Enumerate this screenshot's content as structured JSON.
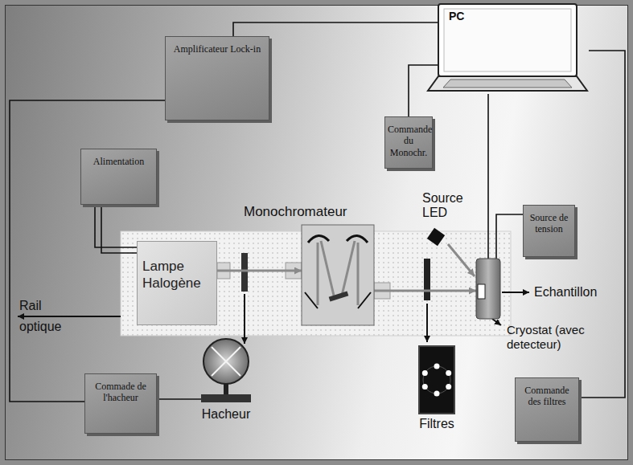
{
  "diagram": {
    "nodes": [
      {
        "text": [
          "PC"
        ]
      },
      {
        "text": [
          "Amplificateur Lock-in"
        ]
      },
      {
        "text": [
          "Commande du Monochr."
        ]
      },
      {
        "text": [
          "Alimentation"
        ]
      },
      {
        "text": [
          "Monochromateur"
        ]
      },
      {
        "text": [
          "Source LED"
        ]
      },
      {
        "text": [
          "Source de tension"
        ]
      },
      {
        "text": [
          "Lampe Halogène"
        ]
      },
      {
        "text": [
          "Cryostat (avec detecteur)"
        ]
      },
      {
        "text": [
          "Hacheur"
        ]
      },
      {
        "text": [
          "Filtres"
        ]
      },
      {
        "text": [
          "Commade de l'hacheur"
        ]
      },
      {
        "text": [
          "Commande des filtres"
        ]
      }
    ],
    "edges": [
      {
        "from": 3,
        "to": 7,
        "arrow": "none"
      },
      {
        "from": 1,
        "to": 0,
        "arrow": "none"
      },
      {
        "from": 1,
        "to": 11,
        "arrow": "none"
      },
      {
        "from": 2,
        "to": 0,
        "arrow": "none"
      },
      {
        "from": 0,
        "to": 8,
        "arrow": "none"
      },
      {
        "from": 6,
        "to": 8,
        "arrow": "none"
      },
      {
        "from": 0,
        "to": 12,
        "arrow": "none"
      },
      {
        "from": 11,
        "to": 9,
        "arrow": "none"
      },
      {
        "from": 7,
        "to": 4,
        "arrow": "to"
      },
      {
        "from": 4,
        "to": 8,
        "arrow": "to"
      },
      {
        "from": 5,
        "to": 8,
        "arrow": "to"
      }
    ],
    "labels": [
      "Rail optique",
      "Echantillon"
    ]
  }
}
